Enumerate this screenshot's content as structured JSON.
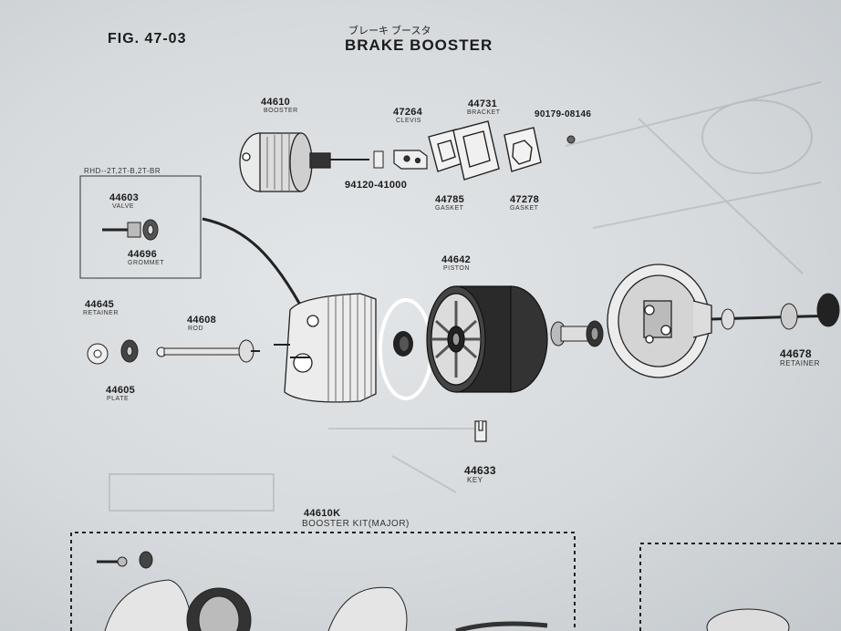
{
  "header": {
    "fig_number": "FIG. 47-03",
    "title_jp": "ブレーキ ブースタ",
    "title_en": "BRAKE BOOSTER"
  },
  "inset": {
    "label": "RHD--2T,2T-B,2T-BR"
  },
  "parts": [
    {
      "id": "p44610",
      "number": "44610",
      "name": "BOOSTER"
    },
    {
      "id": "p47264",
      "number": "47264",
      "name": "CLEVIS"
    },
    {
      "id": "p44731",
      "number": "44731",
      "name": "BRACKET"
    },
    {
      "id": "p90179",
      "number": "90179-08146",
      "name": ""
    },
    {
      "id": "p94120",
      "number": "94120-41000",
      "name": ""
    },
    {
      "id": "p44785",
      "number": "44785",
      "name": "GASKET"
    },
    {
      "id": "p47278",
      "number": "47278",
      "name": "GASKET"
    },
    {
      "id": "p44603",
      "number": "44603",
      "name": "VALVE"
    },
    {
      "id": "p44696",
      "number": "44696",
      "name": "GROMMET"
    },
    {
      "id": "p44642",
      "number": "44642",
      "name": "PISTON"
    },
    {
      "id": "p44645",
      "number": "44645",
      "name": "RETAINER"
    },
    {
      "id": "p44608",
      "number": "44608",
      "name": "ROD"
    },
    {
      "id": "p44605",
      "number": "44605",
      "name": "PLATE"
    },
    {
      "id": "p44678",
      "number": "44678",
      "name": "RETAINER"
    },
    {
      "id": "p44633",
      "number": "44633",
      "name": "KEY"
    }
  ],
  "kit": {
    "number": "44610K",
    "name": "BOOSTER KIT(MAJOR)"
  },
  "colors": {
    "paper": "#dadee1",
    "ink": "#1b1b1b",
    "highlight": "#ffffff"
  }
}
